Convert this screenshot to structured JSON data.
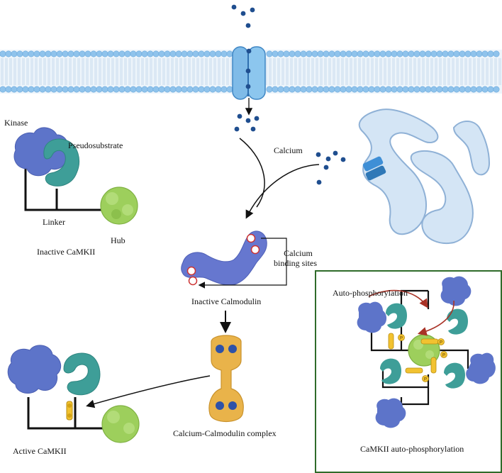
{
  "labels": {
    "kinase": "Kinase",
    "pseudosubstrate": "Pseudosubstrate",
    "linker": "Linker",
    "hub": "Hub",
    "inactive_camkii": "Inactive CaMKII",
    "calcium": "Calcium",
    "calcium_binding_sites_line1": "Calcium",
    "calcium_binding_sites_line2": "binding sites",
    "inactive_calmodulin": "Inactive Calmodulin",
    "calcium_calmodulin_complex": "Calcium-Calmodulin complex",
    "active_camkii": "Active CaMKII",
    "auto_phosphorylation": "Auto-phosphorylation",
    "camkii_auto_phosphorylation": "CaMKII auto-phosphorylation",
    "phosphate_symbol": "P"
  },
  "colors": {
    "membrane_head": "#8fc3ec",
    "membrane_tail": "#dbeaf6",
    "channel": "#7fbbe8",
    "channel_dark": "#2f78b7",
    "calcium_ion": "#1f4e8f",
    "kinase": "#5d74c9",
    "pseudosubstrate": "#3e9e98",
    "hub": "#9dcf5c",
    "calmodulin": "#6677cf",
    "complex": "#e9b34a",
    "er": "#cfe1f3",
    "panel_border": "#2f6b2a",
    "arrow_red": "#a93226",
    "phosphate": "#f2c230"
  }
}
